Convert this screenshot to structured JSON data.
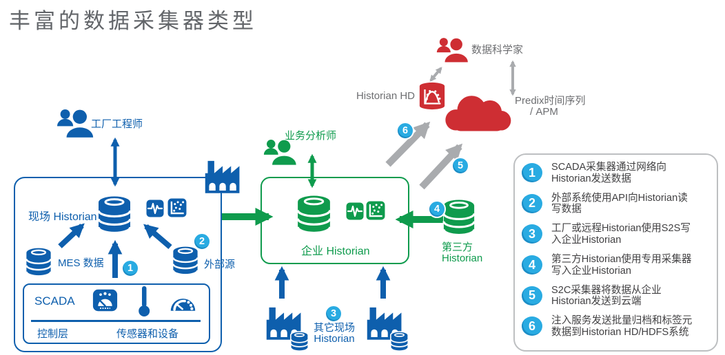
{
  "title": "丰富的数据采集器类型",
  "actors": {
    "plant_engineer": "工厂工程师",
    "business_analyst": "业务分析师",
    "data_scientist": "数据科学家"
  },
  "field_box": {
    "label": "现场 Historian",
    "mes_label": "MES 数据",
    "external_label": "外部源",
    "scada_label": "SCADA",
    "control_label": "控制层",
    "sensors_label": "传感器和设备"
  },
  "enterprise_box": {
    "label": "企业 Historian"
  },
  "third_party": {
    "lines": [
      "第三方",
      "Historian"
    ]
  },
  "other_sites": {
    "lines": [
      "其它现场",
      "Historian"
    ]
  },
  "cloud_area": {
    "historian_hd_label": "Historian HD",
    "predix_lines": [
      "Predix时间序列",
      "/ APM"
    ]
  },
  "legend": {
    "items": [
      {
        "num": "1",
        "lines": [
          "SCADA采集器通过网络向",
          "Historian发送数据"
        ]
      },
      {
        "num": "2",
        "lines": [
          "外部系统使用API向Historian读",
          "写数据"
        ]
      },
      {
        "num": "3",
        "lines": [
          "工厂或远程Historian使用S2S写",
          "入企业Historian"
        ]
      },
      {
        "num": "4",
        "lines": [
          "第三方Historian使用专用采集器",
          "写入企业Historian"
        ]
      },
      {
        "num": "5",
        "lines": [
          "S2C采集器将数据从企业",
          "Historian发送到云端"
        ]
      },
      {
        "num": "6",
        "lines": [
          "注入服务发送批量归档和标签元",
          "数据到Historian HD/HDFS系统"
        ]
      }
    ]
  },
  "colors": {
    "blue": "#0e5fad",
    "green": "#0f9b4d",
    "red": "#ce2e33",
    "cyan_badge": "#29abe2",
    "gray_arrow": "#a9abae",
    "title_gray": "#63666a",
    "label_gray": "#6d6e71",
    "legend_text": "#414042"
  }
}
